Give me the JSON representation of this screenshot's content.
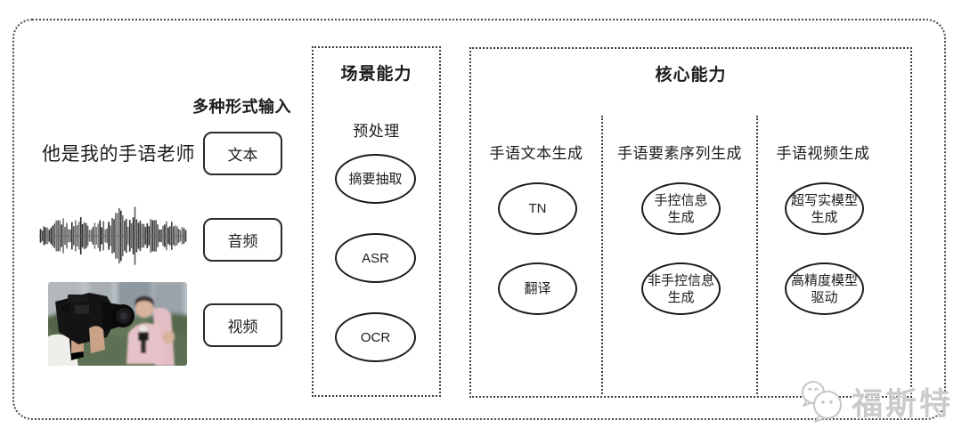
{
  "canvas": {
    "background": "#ffffff",
    "line_color": "#3c3c3c",
    "watermark_color": "#cbcbcb"
  },
  "input_section": {
    "label": "多种形式输入",
    "text_sample": "他是我的手语老师",
    "types": [
      {
        "label": "文本"
      },
      {
        "label": "音频"
      },
      {
        "label": "视频"
      }
    ],
    "icons": [
      "text-sentence",
      "audio-waveform-icon",
      "video-thumbnail"
    ]
  },
  "scene_box": {
    "title": "场景能力",
    "subtitle": "预处理",
    "nodes": [
      {
        "label": "摘要抽取"
      },
      {
        "label": "ASR"
      },
      {
        "label": "OCR"
      }
    ]
  },
  "core_box": {
    "title": "核心能力",
    "columns": [
      {
        "header": "手语文本生成",
        "nodes": [
          {
            "label": "TN"
          },
          {
            "label": "翻译"
          }
        ]
      },
      {
        "header": "手语要素序列生成",
        "nodes": [
          {
            "label": "手控信息\n生成"
          },
          {
            "label": "非手控信息\n生成"
          }
        ]
      },
      {
        "header": "手语视频生成",
        "nodes": [
          {
            "label": "超写实模型\n生成"
          },
          {
            "label": "高精度模型\n驱动"
          }
        ]
      }
    ]
  },
  "watermark": {
    "text": "福斯特",
    "icon": "chat-bubbles-icon"
  }
}
